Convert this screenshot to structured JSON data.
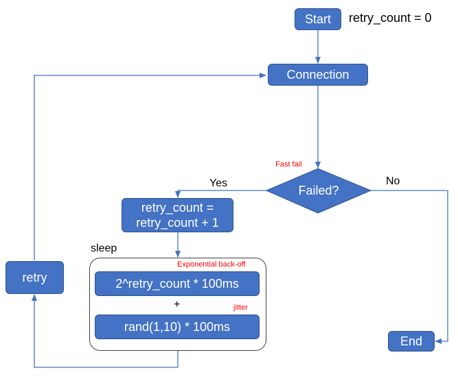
{
  "nodes": {
    "start": "Start",
    "connection": "Connection",
    "failed": "Failed?",
    "increment_line1": "retry_count =",
    "increment_line2": "retry_count + 1",
    "backoff": "2^retry_count * 100ms",
    "jitter_formula": "rand(1,10) * 100ms",
    "retry": "retry",
    "end": "End"
  },
  "labels": {
    "init": "retry_count = 0",
    "fast_fail": "Fast fail",
    "yes": "Yes",
    "no": "No",
    "sleep": "sleep",
    "exponential_backoff": "Exponential back-off",
    "plus": "+",
    "jitter": "jitter"
  },
  "colors": {
    "box_fill": "#4472c4",
    "box_border": "#2f528f",
    "arrow": "#4472c4",
    "annotation_red": "#ff0000"
  }
}
